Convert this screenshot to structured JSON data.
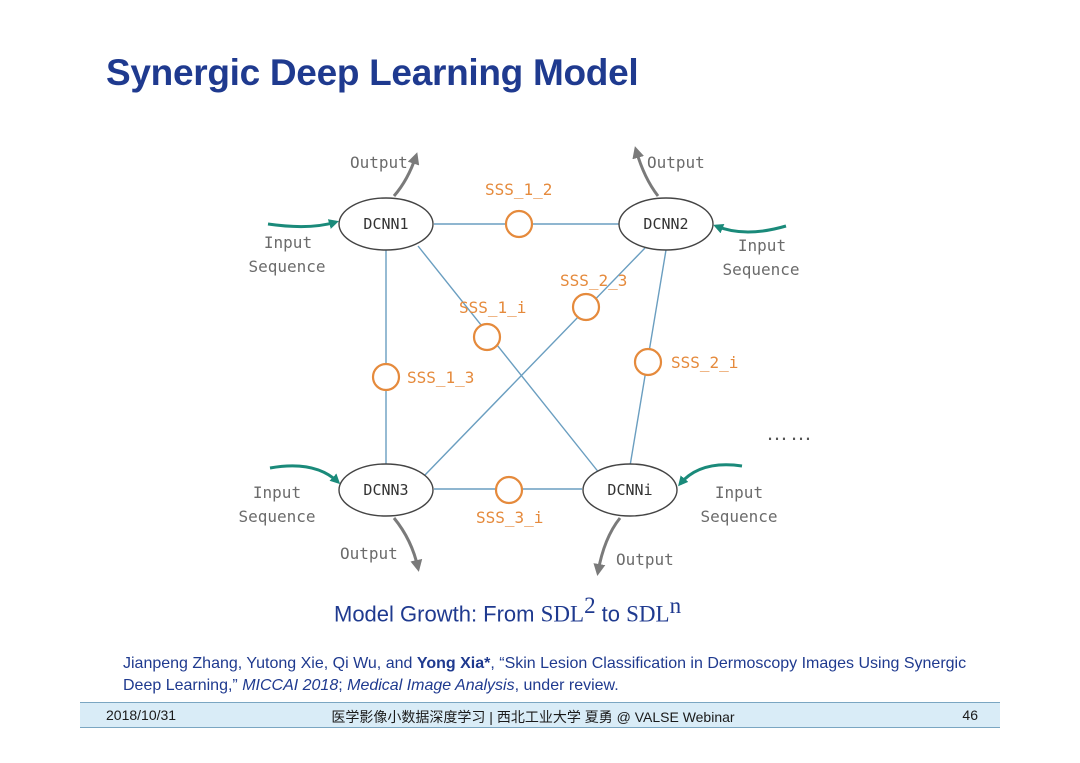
{
  "title": "Synergic Deep Learning Model",
  "nodes": {
    "dcnn1": "DCNN1",
    "dcnn2": "DCNN2",
    "dcnn3": "DCNN3",
    "dcnni": "DCNNi"
  },
  "sss": {
    "s12": "SSS_1_2",
    "s1i": "SSS_1_i",
    "s23": "SSS_2_3",
    "s13": "SSS_1_3",
    "s2i": "SSS_2_i",
    "s3i": "SSS_3_i"
  },
  "labels": {
    "output": "Output",
    "input": "Input",
    "sequence": "Sequence",
    "ellipsis": "……"
  },
  "growth": {
    "prefix": "Model Growth: From ",
    "sdl": "SDL",
    "sup2": "2",
    "to": " to ",
    "supn": "n"
  },
  "citation": {
    "authors": "Jianpeng Zhang, Yutong Xie, Qi Wu, and ",
    "bold_author": "Yong Xia*",
    "title_part": ", “Skin Lesion Classification in Dermoscopy Images Using Synergic Deep Learning,” ",
    "venue1": "MICCAI 2018",
    "sep": "; ",
    "venue2": "Medical Image Analysis",
    "tail": ", under review."
  },
  "footer": {
    "date": "2018/10/31",
    "center": "医学影像小数据深度学习 | 西北工业大学 夏勇 @ VALSE Webinar",
    "page": "46"
  },
  "colors": {
    "title": "#1f3a8f",
    "edge": "#6a9ec0",
    "sss": "#e58a3c",
    "input_arrow": "#1a8a7a",
    "output_arrow": "#7a7a7a",
    "footer_bg": "#d9ecf7"
  }
}
